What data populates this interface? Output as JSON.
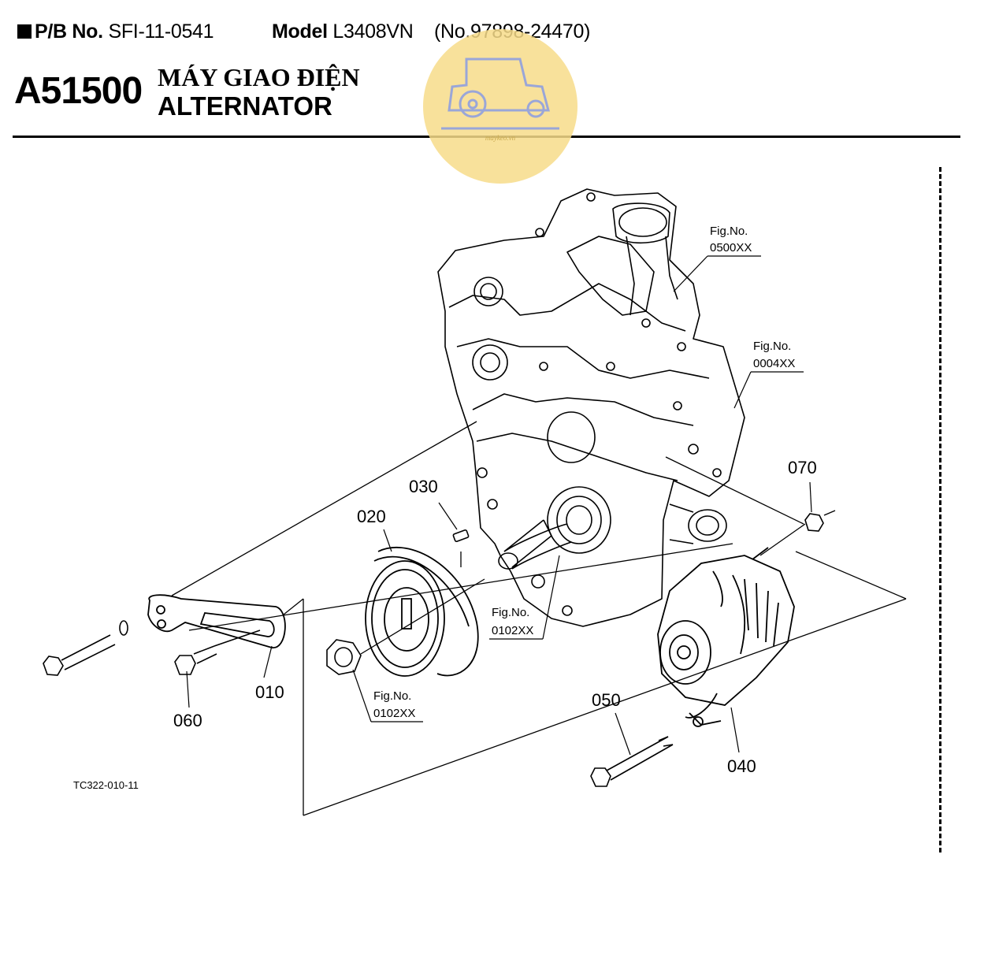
{
  "header": {
    "pb_label": "P/B No.",
    "pb_value": "SFI-11-0541",
    "model_label": "Model",
    "model_value": "L3408VN",
    "model_no": "(No.97898-24470)"
  },
  "title": {
    "code": "A51500",
    "vietnamese": "MÁY GIAO ĐIỆN",
    "english": "ALTERNATOR"
  },
  "watermark": {
    "icon": "tractor-logo-icon",
    "text": "maykeo.vn",
    "color": "#f7dc8a"
  },
  "diagram": {
    "figure_id": "TC322-010-11",
    "parts": [
      {
        "number": "010"
      },
      {
        "number": "020"
      },
      {
        "number": "030"
      },
      {
        "number": "040"
      },
      {
        "number": "050"
      },
      {
        "number": "060"
      },
      {
        "number": "070"
      }
    ],
    "figure_refs": [
      {
        "label": "Fig.No.",
        "number": "0500XX"
      },
      {
        "label": "Fig.No.",
        "number": "0004XX"
      },
      {
        "label": "Fig.No.",
        "number": "0102XX"
      },
      {
        "label": "Fig.No.",
        "number": "0102XX"
      }
    ]
  }
}
